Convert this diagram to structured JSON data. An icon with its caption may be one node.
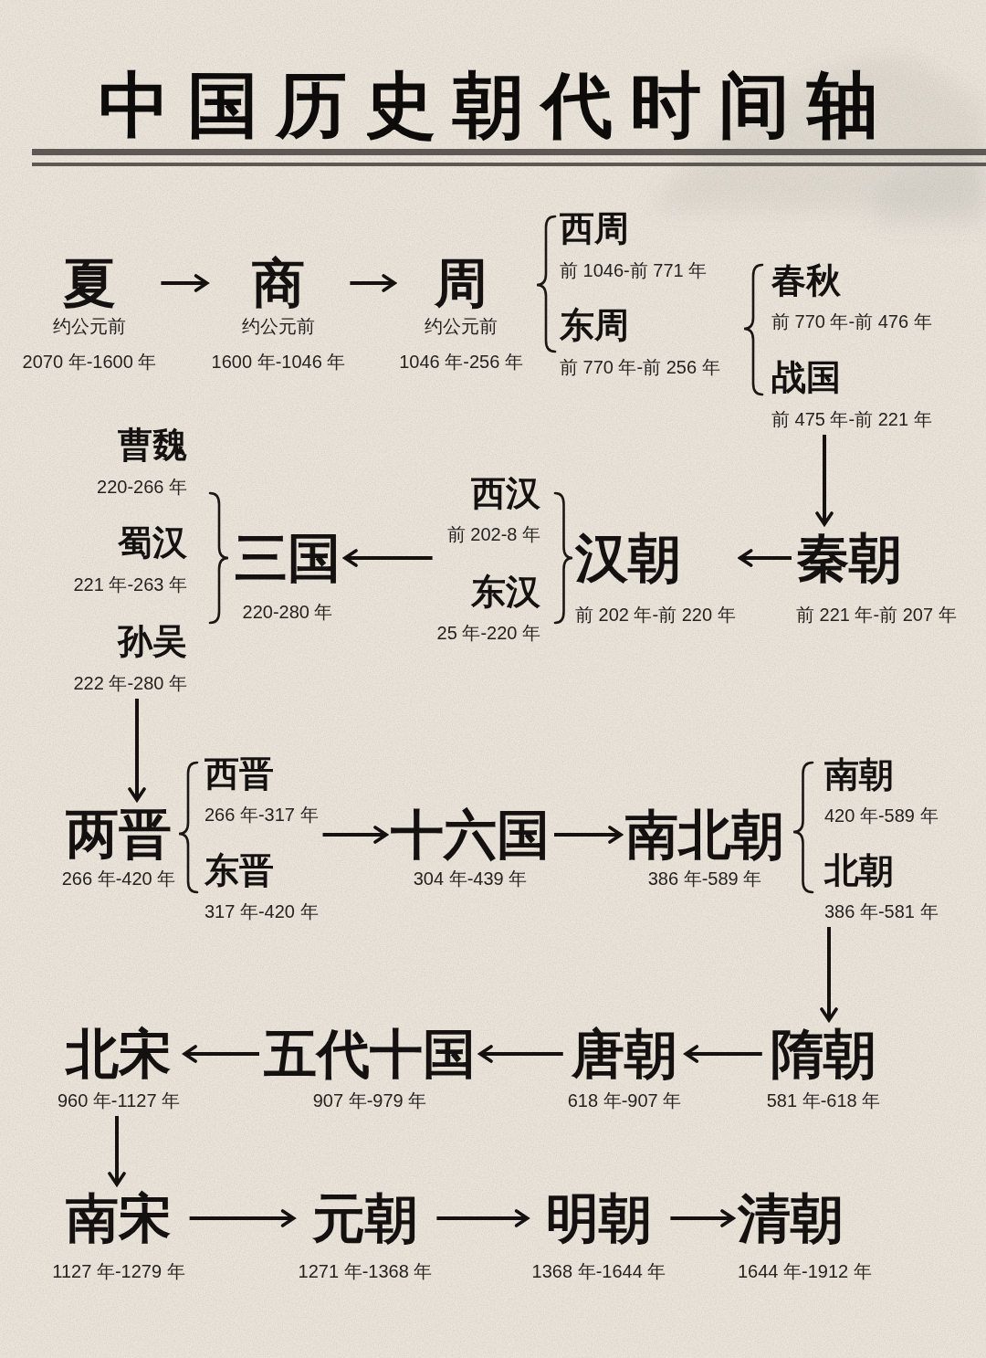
{
  "diagram": {
    "title": "中国历史朝代时间轴",
    "nodes": [
      {
        "text": [
          "夏",
          "约公元前",
          "2070 年-1600 年"
        ]
      },
      {
        "text": [
          "商",
          "约公元前",
          "1600 年-1046 年"
        ]
      },
      {
        "text": [
          "周",
          "约公元前",
          "1046 年-256 年"
        ]
      },
      {
        "text": [
          "西周",
          "前 1046-前 771 年"
        ]
      },
      {
        "text": [
          "东周",
          "前 770 年-前 256 年"
        ]
      },
      {
        "text": [
          "春秋",
          "前 770 年-前 476 年"
        ]
      },
      {
        "text": [
          "战国",
          "前 475 年-前 221 年"
        ]
      },
      {
        "text": [
          "曹魏",
          "220-266 年"
        ]
      },
      {
        "text": [
          "蜀汉",
          "221 年-263 年"
        ]
      },
      {
        "text": [
          "孙吴",
          "222 年-280 年"
        ]
      },
      {
        "text": [
          "三国",
          "220-280 年"
        ]
      },
      {
        "text": [
          "西汉",
          "前 202-8 年"
        ]
      },
      {
        "text": [
          "东汉",
          "25 年-220 年"
        ]
      },
      {
        "text": [
          "汉朝",
          "前 202 年-前 220 年"
        ]
      },
      {
        "text": [
          "秦朝",
          "前 221 年-前 207 年"
        ]
      },
      {
        "text": [
          "两晋",
          "266 年-420 年"
        ]
      },
      {
        "text": [
          "西晋",
          "266 年-317 年"
        ]
      },
      {
        "text": [
          "东晋",
          "317 年-420 年"
        ]
      },
      {
        "text": [
          "十六国",
          "304 年-439 年"
        ]
      },
      {
        "text": [
          "南北朝",
          "386 年-589 年"
        ]
      },
      {
        "text": [
          "南朝",
          "420 年-589 年"
        ]
      },
      {
        "text": [
          "北朝",
          "386 年-581 年"
        ]
      },
      {
        "text": [
          "北宋",
          "960 年-1127 年"
        ]
      },
      {
        "text": [
          "五代十国",
          "907 年-979 年"
        ]
      },
      {
        "text": [
          "唐朝",
          "618 年-907 年"
        ]
      },
      {
        "text": [
          "隋朝",
          "581 年-618 年"
        ]
      },
      {
        "text": [
          "南宋",
          "1127 年-1279 年"
        ]
      },
      {
        "text": [
          "元朝",
          "1271 年-1368 年"
        ]
      },
      {
        "text": [
          "明朝",
          "1368 年-1644 年"
        ]
      },
      {
        "text": [
          "清朝",
          "1644 年-1912 年"
        ]
      }
    ],
    "edges": [
      {
        "from": 0,
        "to": 1,
        "arrow": "to"
      },
      {
        "from": 1,
        "to": 2,
        "arrow": "to"
      },
      {
        "from": 6,
        "to": 14,
        "arrow": "to"
      },
      {
        "from": 14,
        "to": 13,
        "arrow": "to"
      },
      {
        "from": 12,
        "to": 10,
        "arrow": "to"
      },
      {
        "from": 9,
        "to": 15,
        "arrow": "to"
      },
      {
        "from": 16,
        "to": 18,
        "arrow": "to"
      },
      {
        "from": 18,
        "to": 19,
        "arrow": "to"
      },
      {
        "from": 21,
        "to": 25,
        "arrow": "to"
      },
      {
        "from": 25,
        "to": 24,
        "arrow": "to"
      },
      {
        "from": 24,
        "to": 23,
        "arrow": "to"
      },
      {
        "from": 23,
        "to": 22,
        "arrow": "to"
      },
      {
        "from": 22,
        "to": 26,
        "arrow": "to"
      },
      {
        "from": 26,
        "to": 27,
        "arrow": "to"
      },
      {
        "from": 27,
        "to": 28,
        "arrow": "to"
      },
      {
        "from": 28,
        "to": 29,
        "arrow": "to"
      }
    ]
  }
}
